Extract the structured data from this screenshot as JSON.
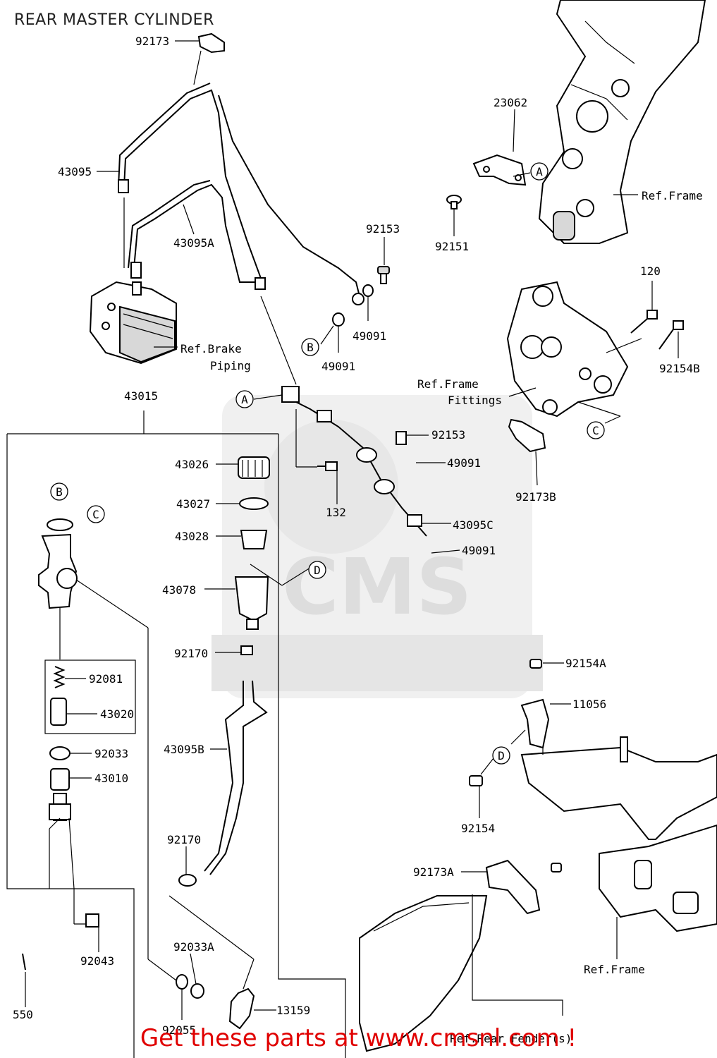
{
  "title": "REAR MASTER CYLINDER",
  "callout_to_action": "Get these parts at www.cmsnl.com !",
  "watermark": "CMS",
  "colors": {
    "accent": "#e00000",
    "line": "#000000",
    "watermark": "#cccccc"
  },
  "parts": [
    {
      "id": "p92173",
      "number": "92173"
    },
    {
      "id": "p23062",
      "number": "23062"
    },
    {
      "id": "p43095",
      "number": "43095"
    },
    {
      "id": "p43095A",
      "number": "43095A"
    },
    {
      "id": "pRefFrame1",
      "number": "Ref.Frame"
    },
    {
      "id": "p92151",
      "number": "92151"
    },
    {
      "id": "p92153a",
      "number": "92153"
    },
    {
      "id": "p120",
      "number": "120"
    },
    {
      "id": "pRefBrake1",
      "number": "Ref.Brake"
    },
    {
      "id": "pRefBrake2",
      "number": "Piping"
    },
    {
      "id": "p49091a",
      "number": "49091"
    },
    {
      "id": "p49091b",
      "number": "49091"
    },
    {
      "id": "p92154B",
      "number": "92154B"
    },
    {
      "id": "pRefFrameFit1",
      "number": "Ref.Frame"
    },
    {
      "id": "pRefFrameFit2",
      "number": "Fittings"
    },
    {
      "id": "p43015",
      "number": "43015"
    },
    {
      "id": "p92153b",
      "number": "92153"
    },
    {
      "id": "p43026",
      "number": "43026"
    },
    {
      "id": "p49091c",
      "number": "49091"
    },
    {
      "id": "p92173B",
      "number": "92173B"
    },
    {
      "id": "p43027",
      "number": "43027"
    },
    {
      "id": "p132",
      "number": "132"
    },
    {
      "id": "p43095C",
      "number": "43095C"
    },
    {
      "id": "p43028",
      "number": "43028"
    },
    {
      "id": "p49091d",
      "number": "49091"
    },
    {
      "id": "p43078",
      "number": "43078"
    },
    {
      "id": "p92170a",
      "number": "92170"
    },
    {
      "id": "p92154A",
      "number": "92154A"
    },
    {
      "id": "p92081",
      "number": "92081"
    },
    {
      "id": "p11056",
      "number": "11056"
    },
    {
      "id": "p43020",
      "number": "43020"
    },
    {
      "id": "p43095B",
      "number": "43095B"
    },
    {
      "id": "p92033",
      "number": "92033"
    },
    {
      "id": "p43010",
      "number": "43010"
    },
    {
      "id": "p92154",
      "number": "92154"
    },
    {
      "id": "p92170b",
      "number": "92170"
    },
    {
      "id": "p92173A",
      "number": "92173A"
    },
    {
      "id": "p92043",
      "number": "92043"
    },
    {
      "id": "p92033A",
      "number": "92033A"
    },
    {
      "id": "pRefFrame2",
      "number": "Ref.Frame"
    },
    {
      "id": "p550",
      "number": "550"
    },
    {
      "id": "p13159",
      "number": "13159"
    },
    {
      "id": "p92055",
      "number": "92055"
    },
    {
      "id": "pRefRear",
      "number": "Ref.Rear Fender(s)"
    }
  ],
  "refs": [
    {
      "id": "rA1",
      "letter": "A"
    },
    {
      "id": "rB1",
      "letter": "B"
    },
    {
      "id": "rA2",
      "letter": "A"
    },
    {
      "id": "rC1",
      "letter": "C"
    },
    {
      "id": "rB2",
      "letter": "B"
    },
    {
      "id": "rC2",
      "letter": "C"
    },
    {
      "id": "rD1",
      "letter": "D"
    },
    {
      "id": "rD2",
      "letter": "D"
    }
  ]
}
